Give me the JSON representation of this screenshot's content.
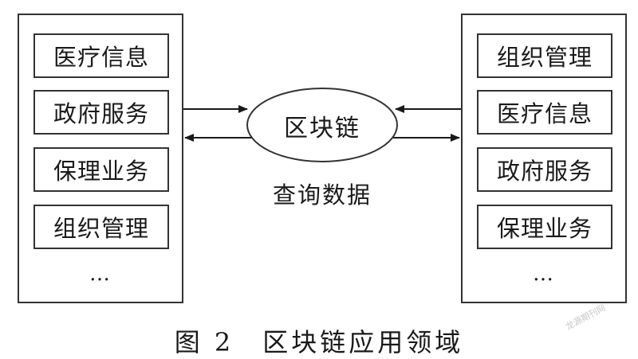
{
  "left_panel": {
    "items": [
      "医疗信息",
      "政府服务",
      "保理业务",
      "组织管理"
    ],
    "more": "…"
  },
  "right_panel": {
    "items": [
      "组织管理",
      "医疗信息",
      "政府服务",
      "保理业务"
    ],
    "more": "…"
  },
  "center": {
    "node_label": "区块链",
    "edge_label": "查询数据"
  },
  "caption": {
    "number": "图 2",
    "title": "区块链应用领域"
  },
  "watermark": "龙源期刊网"
}
